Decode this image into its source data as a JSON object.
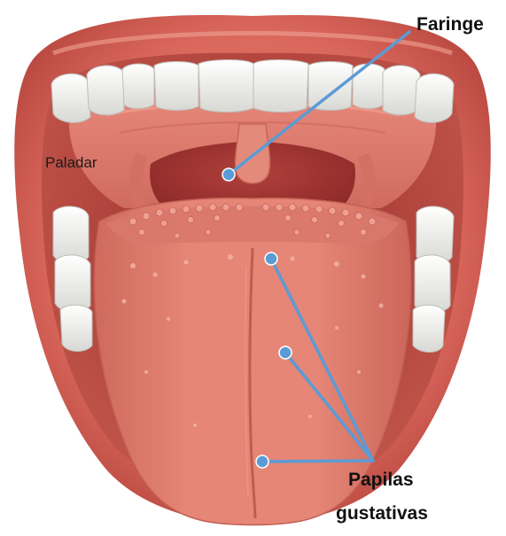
{
  "diagram": {
    "labels": {
      "faringe": "Faringe",
      "paladar": "Paladar",
      "papilas_line1": "Papilas",
      "papilas_line2": "gustativas"
    },
    "colors": {
      "leader_line": "#5b9bd5",
      "lip": "#d9675c",
      "mouth_interior": "#b2433f",
      "tongue": "#e07a6b",
      "teeth": "#f3f3f1"
    }
  }
}
